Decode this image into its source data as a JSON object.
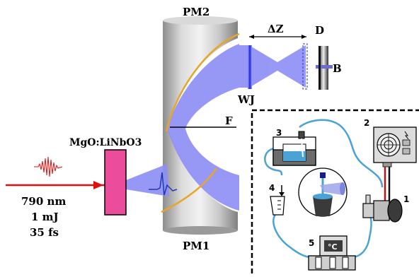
{
  "labels": {
    "pm2": "PM2",
    "pm1": "PM1",
    "delta_z": "ΔZ",
    "d": "D",
    "b": "B",
    "wj": "WJ",
    "f": "F",
    "crystal": "MgO:LiNbO3",
    "wavelength": "790 nm",
    "energy": "1 mJ",
    "duration": "35 fs"
  },
  "inset_numbers": {
    "n1": "1",
    "n2": "2",
    "n3": "3",
    "n4": "4",
    "n5": "5"
  },
  "unit_celsius": "°C",
  "colors": {
    "beam": "#8f8ff5",
    "laser": "#e01010",
    "crystal": "#ec4c9c",
    "mirror_edge": "#e7a52a",
    "tube": "#4aa3d4",
    "blue_dark": "#2f2fe0"
  }
}
